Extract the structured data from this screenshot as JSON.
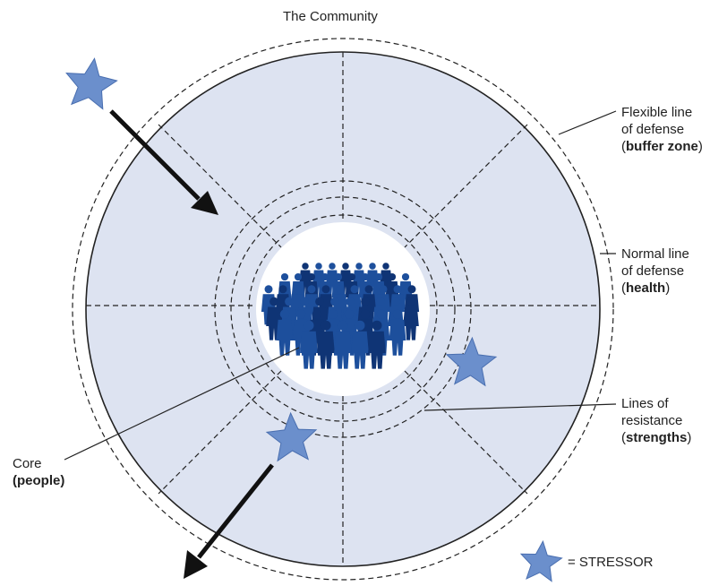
{
  "labels": {
    "title": "The Community",
    "flexible": {
      "line1": "Flexible line",
      "line2": "of defense",
      "paren_open": "(",
      "bold": "buffer zone",
      "paren_close": ")"
    },
    "normal": {
      "line1": "Normal line",
      "line2": "of defense",
      "paren_open": "(",
      "bold": "health",
      "paren_close": ")"
    },
    "resistance": {
      "line1": "Lines of",
      "line2": "resistance",
      "paren_open": "(",
      "bold": "strengths",
      "paren_close": ")"
    },
    "core": {
      "line1": "Core",
      "bold": "(people)"
    },
    "legend": "= STRESSOR"
  },
  "colors": {
    "fill": "#dde3f1",
    "stroke": "#222222",
    "star": "#6b8fcc",
    "star_stroke": "#4a6fb0",
    "people": "#1d4f9c",
    "people_dark": "#0f3475"
  }
}
